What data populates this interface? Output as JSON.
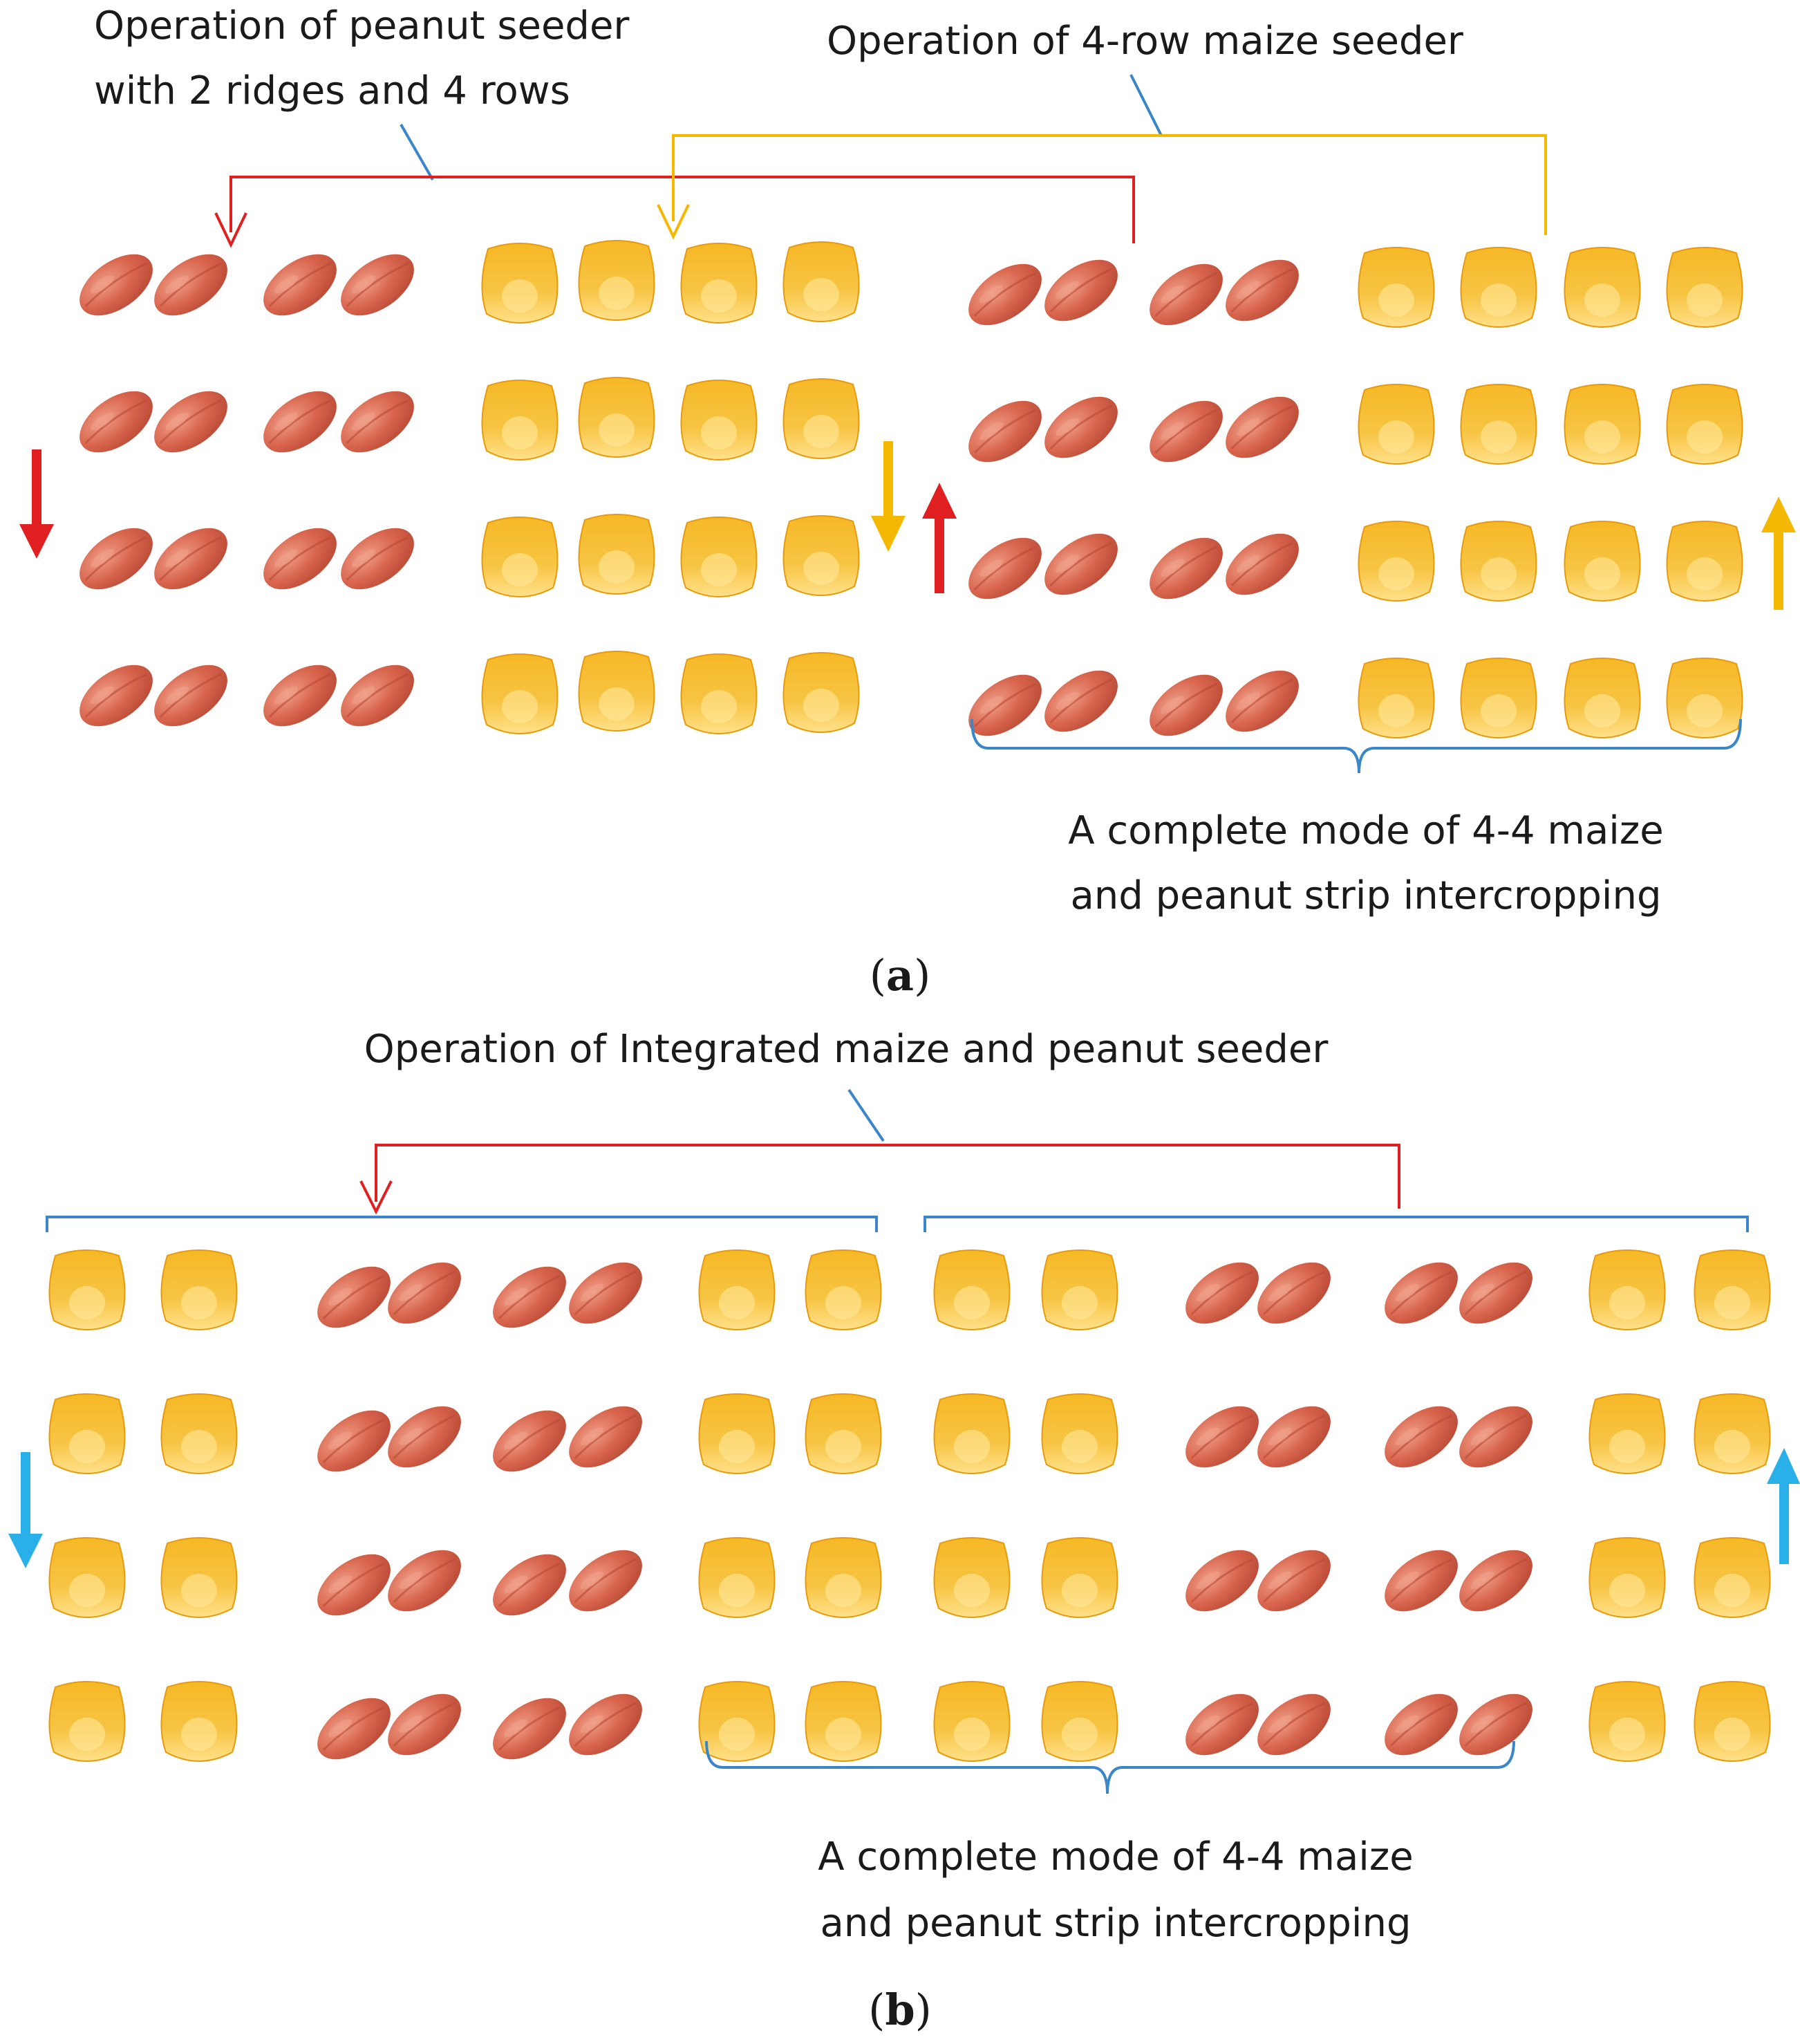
{
  "colors": {
    "peanut": "#d8644c",
    "peanut_dark": "#b94a36",
    "peanut_light": "#f0a08a",
    "maize": "#f6b826",
    "maize_dark": "#e79a0c",
    "maize_light": "#ffe79a",
    "peanut_seeder": "#e02020",
    "maize_seeder": "#f5b800",
    "integrated_seeder": "#2ab0e8",
    "bracket": "#3a86c8"
  },
  "icons": {
    "peanut": "peanut-kernel-icon",
    "maize": "maize-kernel-icon"
  },
  "panel_a": {
    "label_open": "(",
    "label_letter": "a",
    "label_close": ")",
    "peanut_seeder_line1": "Operation of peanut seeder",
    "peanut_seeder_line2": "with 2 ridges and 4 rows",
    "maize_seeder": "Operation of 4-row maize seeder",
    "mode_line1": "A complete mode of 4-4 maize",
    "mode_line2": "and peanut strip intercropping",
    "rows": 4,
    "left_block": [
      "peanut",
      "peanut",
      "peanut",
      "peanut",
      "maize",
      "maize",
      "maize",
      "maize"
    ],
    "right_block": [
      "peanut",
      "peanut",
      "peanut",
      "peanut",
      "maize",
      "maize",
      "maize",
      "maize"
    ]
  },
  "panel_b": {
    "label_open": "(",
    "label_letter": "b",
    "label_close": ")",
    "integrated_seeder": "Operation of Integrated maize and peanut seeder",
    "mode_line1": "A complete mode of 4-4 maize",
    "mode_line2": "and peanut strip intercropping",
    "rows": 4,
    "left_block": [
      "maize",
      "maize",
      "peanut",
      "peanut",
      "peanut",
      "peanut",
      "maize",
      "maize"
    ],
    "right_block": [
      "maize",
      "maize",
      "peanut",
      "peanut",
      "peanut",
      "peanut",
      "maize",
      "maize"
    ]
  }
}
